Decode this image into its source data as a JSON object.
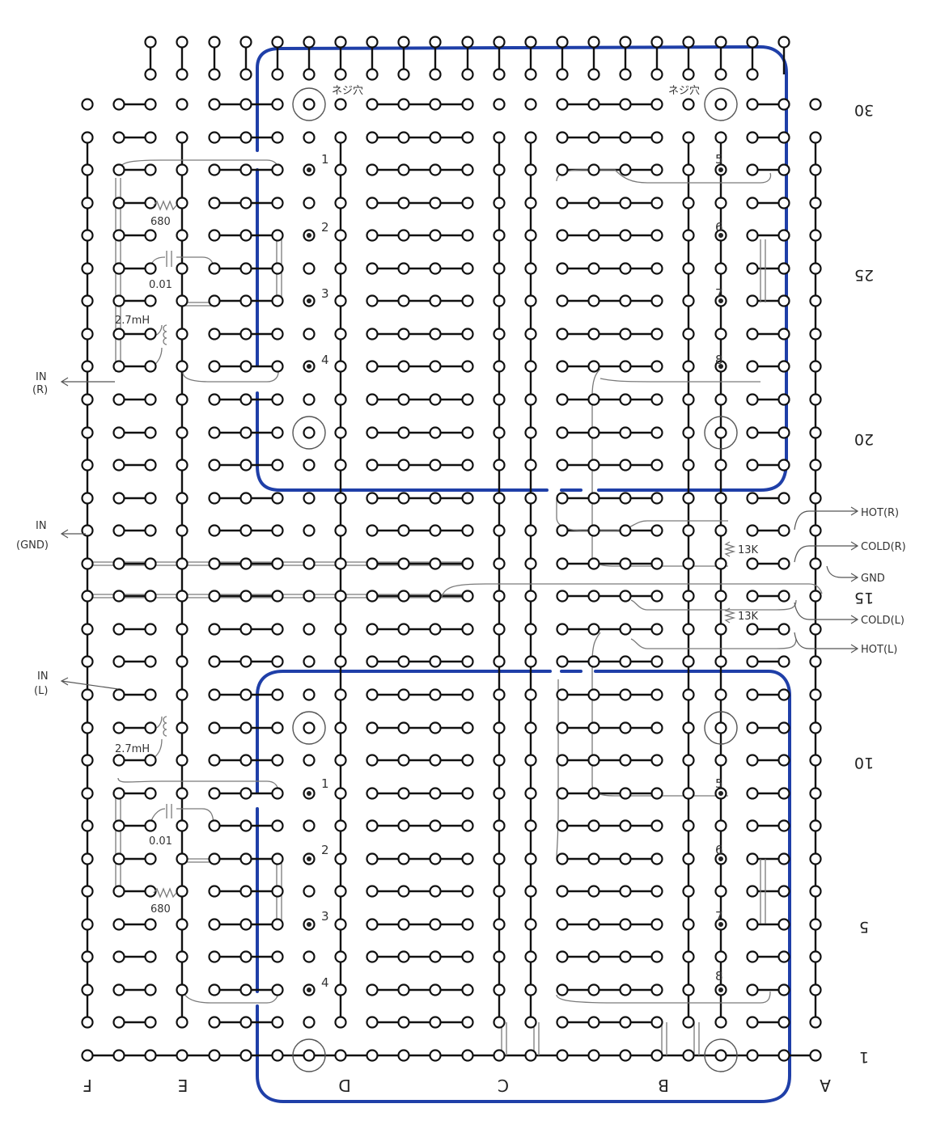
{
  "column_labels": [
    "F",
    "E",
    "D",
    "C",
    "B",
    "A"
  ],
  "row_numbers": [
    "30",
    "25",
    "20",
    "15",
    "10",
    "5",
    "1"
  ],
  "mount_hole_label": "ネジ穴",
  "ic_pins": [
    "1",
    "2",
    "3",
    "4",
    "5",
    "6",
    "7",
    "8"
  ],
  "components": {
    "resistor_680": "680",
    "capacitor": "0.01",
    "inductor": "2.7mH",
    "resistor_13k": "13K"
  },
  "signals": {
    "in_r": [
      "IN",
      "(R)"
    ],
    "in_gnd": [
      "IN",
      "(GND)"
    ],
    "in_l": [
      "IN",
      "(L)"
    ],
    "hot_r": "HOT(R)",
    "cold_r": "COLD(R)",
    "gnd": "GND",
    "cold_l": "COLD(L)",
    "hot_l": "HOT(L)"
  },
  "colors": {
    "ink": "#111111",
    "outline": "#1f3fa8",
    "jumper": "#7a7a7a"
  }
}
